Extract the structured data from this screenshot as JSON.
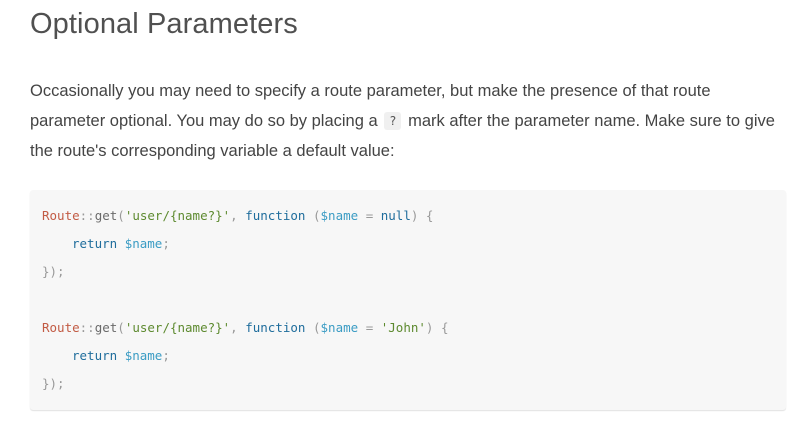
{
  "heading": "Optional Parameters",
  "paragraph": {
    "before": "Occasionally you may need to specify a route parameter, but make the presence of that route parameter optional. You may do so by placing a",
    "inline_code": "?",
    "after": "mark after the parameter name. Make sure to give the route's corresponding variable a default value:"
  },
  "code": {
    "example1": {
      "class": "Route",
      "sep": "::",
      "method": "get",
      "open_paren": "(",
      "uri": "'user/{name?}'",
      "comma": ",",
      "fn_keyword": "function",
      "param_open": "(",
      "param_var": "$name",
      "equals": "=",
      "default": "null",
      "param_close": ")",
      "brace_open": "{",
      "return_keyword": "return",
      "return_var": "$name",
      "semicolon": ";",
      "closing": "});"
    },
    "example2": {
      "class": "Route",
      "sep": "::",
      "method": "get",
      "open_paren": "(",
      "uri": "'user/{name?}'",
      "comma": ",",
      "fn_keyword": "function",
      "param_open": "(",
      "param_var": "$name",
      "equals": "=",
      "default": "'John'",
      "param_close": ")",
      "brace_open": "{",
      "return_keyword": "return",
      "return_var": "$name",
      "semicolon": ";",
      "closing": "});"
    }
  }
}
